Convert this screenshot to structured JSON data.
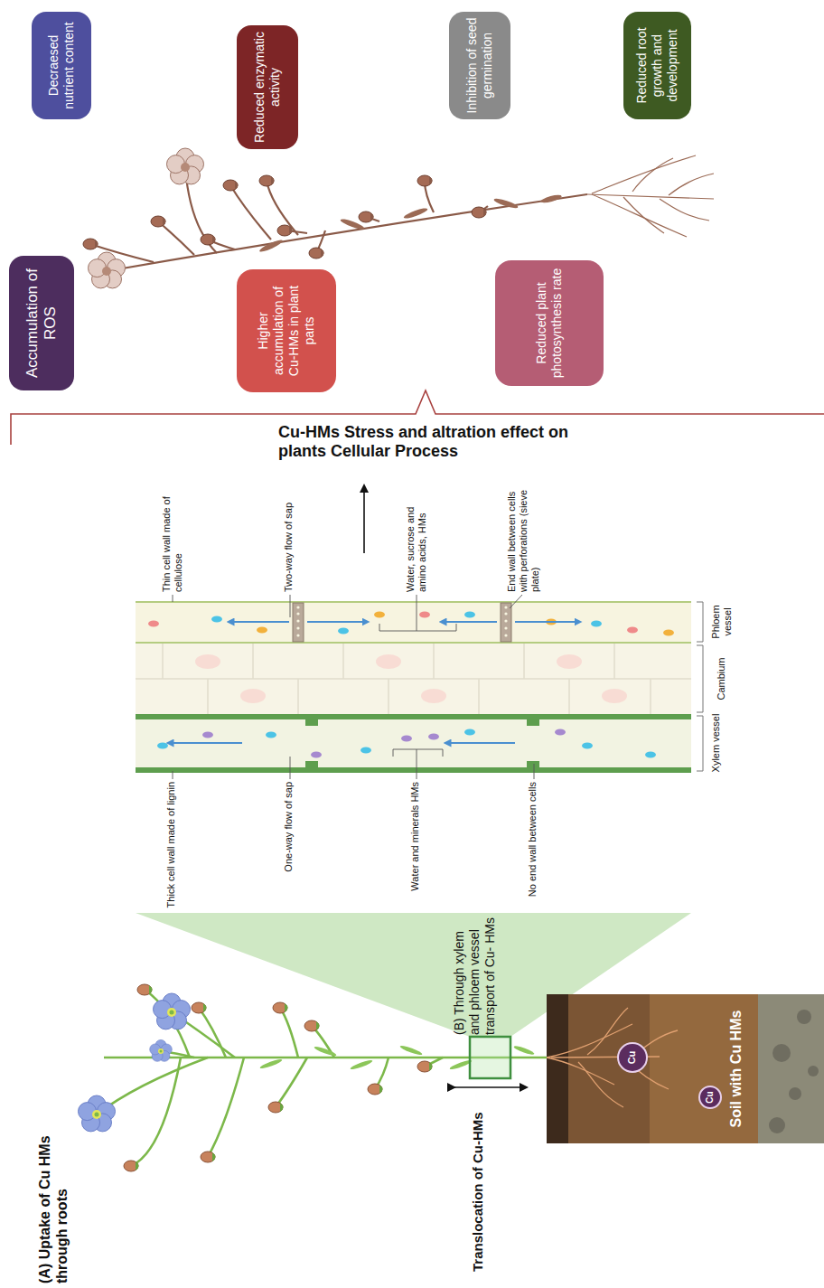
{
  "diagram": {
    "title": "Cu-HMs Stress and altration effect on plants Cellular Process",
    "nodes": [
      {
        "text": [
          "Decraesed nutrient content"
        ]
      },
      {
        "text": [
          "Reduced enzymatic activity"
        ]
      },
      {
        "text": [
          "Inhibition of seed germination"
        ]
      },
      {
        "text": [
          "Reduced root growth and development"
        ]
      },
      {
        "text": [
          "Accumulation of ROS"
        ]
      },
      {
        "text": [
          "Higher accumulation of Cu-HMs in plant parts"
        ]
      },
      {
        "text": [
          "Reduced plant photosynthesis rate"
        ]
      },
      {
        "text": [
          "Soil with Cu HMs"
        ]
      },
      {
        "text": [
          "Cu"
        ],
        "in": 7
      },
      {
        "text": [
          "Cu"
        ],
        "in": 7
      }
    ],
    "labels": [
      "(A) Uptake of Cu HMs through roots",
      "Translocation of Cu-HMs",
      "(B) Through xylem and phloem vessel transport of Cu- HMs",
      "Thin cell wall made of cellulose",
      "Two-way flow of sap",
      "Water, sucrose and amino acids, HMs",
      "End wall between cells with perforations (sieve plate)",
      "Thick cell wall made of lignin",
      "One-way flow of sap",
      "Water and minerals HMs",
      "No end wall between cells",
      "Phloem vessel",
      "Cambium",
      "Xylem vessel"
    ]
  }
}
